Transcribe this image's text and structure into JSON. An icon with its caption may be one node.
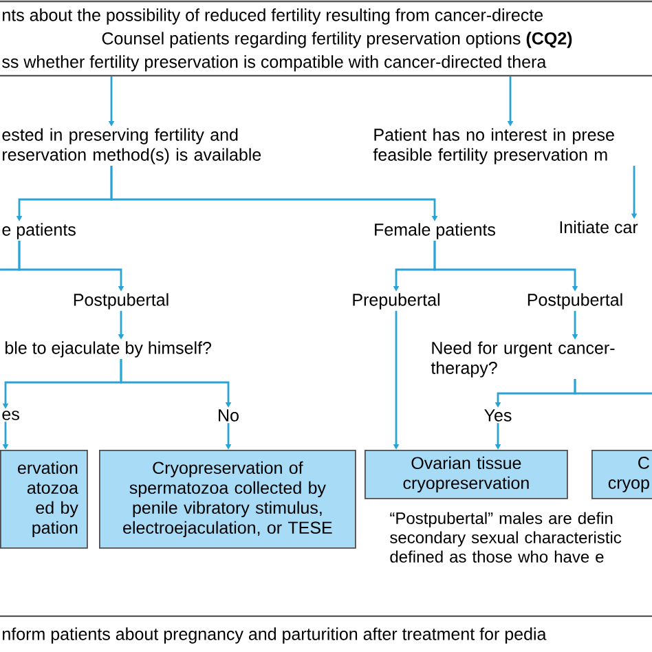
{
  "diagram": {
    "nodes": [
      {
        "text": [
          "nts about the possibility of reduced fertility resulting from cancer-directe",
          "Counsel patients regarding fertility preservation options **(CQ2)**",
          "ss whether fertility preservation is compatible with cancer-directed thera"
        ]
      },
      {
        "text": [
          "ested in preserving fertility and reservation method(s) is available"
        ]
      },
      {
        "text": [
          "Patient has no interest in prese feasible fertility preservation m"
        ]
      },
      {
        "text": [
          "e patients"
        ]
      },
      {
        "text": [
          "Female patients"
        ]
      },
      {
        "text": [
          "Initiate car"
        ]
      },
      {
        "text": [
          "Postpubertal"
        ]
      },
      {
        "text": [
          "ble to ejaculate by himself?"
        ]
      },
      {
        "text": [
          "es"
        ]
      },
      {
        "text": [
          "No"
        ]
      },
      {
        "text": [
          "ervation atozoa ed by pation"
        ]
      },
      {
        "text": [
          "Cryopreservation of spermatozoa collected by penile vibratory stimulus, electroejaculation, or TESE"
        ]
      },
      {
        "text": [
          "Prepubertal"
        ]
      },
      {
        "text": [
          "Postpubertal"
        ]
      },
      {
        "text": [
          "Need for urgent cancer- therapy?"
        ]
      },
      {
        "text": [
          "Ovarian tissue cryopreservation"
        ]
      },
      {
        "text": [
          "Yes"
        ]
      },
      {
        "text": [
          "C cryop"
        ]
      }
    ],
    "edges": [
      {
        "from": 0,
        "to": 1,
        "arrow": "to"
      },
      {
        "from": 0,
        "to": 2,
        "arrow": "to"
      },
      {
        "from": 1,
        "to": 3,
        "arrow": "to"
      },
      {
        "from": 1,
        "to": 4,
        "arrow": "to"
      },
      {
        "from": 2,
        "to": 5,
        "arrow": "to"
      },
      {
        "from": 3,
        "to": null,
        "arrow": "none"
      },
      {
        "from": 3,
        "to": 6,
        "arrow": "to"
      },
      {
        "from": 6,
        "to": 7,
        "arrow": "to"
      },
      {
        "from": 7,
        "to": 8,
        "arrow": "to"
      },
      {
        "from": 7,
        "to": 9,
        "arrow": "to"
      },
      {
        "from": 8,
        "to": 10,
        "arrow": "to"
      },
      {
        "from": 9,
        "to": 11,
        "arrow": "to"
      },
      {
        "from": 4,
        "to": 12,
        "arrow": "to"
      },
      {
        "from": 4,
        "to": 13,
        "arrow": "to"
      },
      {
        "from": 12,
        "to": 15,
        "arrow": "to"
      },
      {
        "from": 13,
        "to": 14,
        "arrow": "to"
      },
      {
        "from": 14,
        "to": 16,
        "arrow": "to"
      },
      {
        "from": 14,
        "to": null,
        "arrow": "none"
      },
      {
        "from": 16,
        "to": 15,
        "arrow": "to"
      }
    ],
    "labels": [
      "“Postpubertal” males are defin secondary sexual characteristic defined as those who have e",
      "nform patients about pregnancy and parturition after treatment for pedia"
    ]
  }
}
